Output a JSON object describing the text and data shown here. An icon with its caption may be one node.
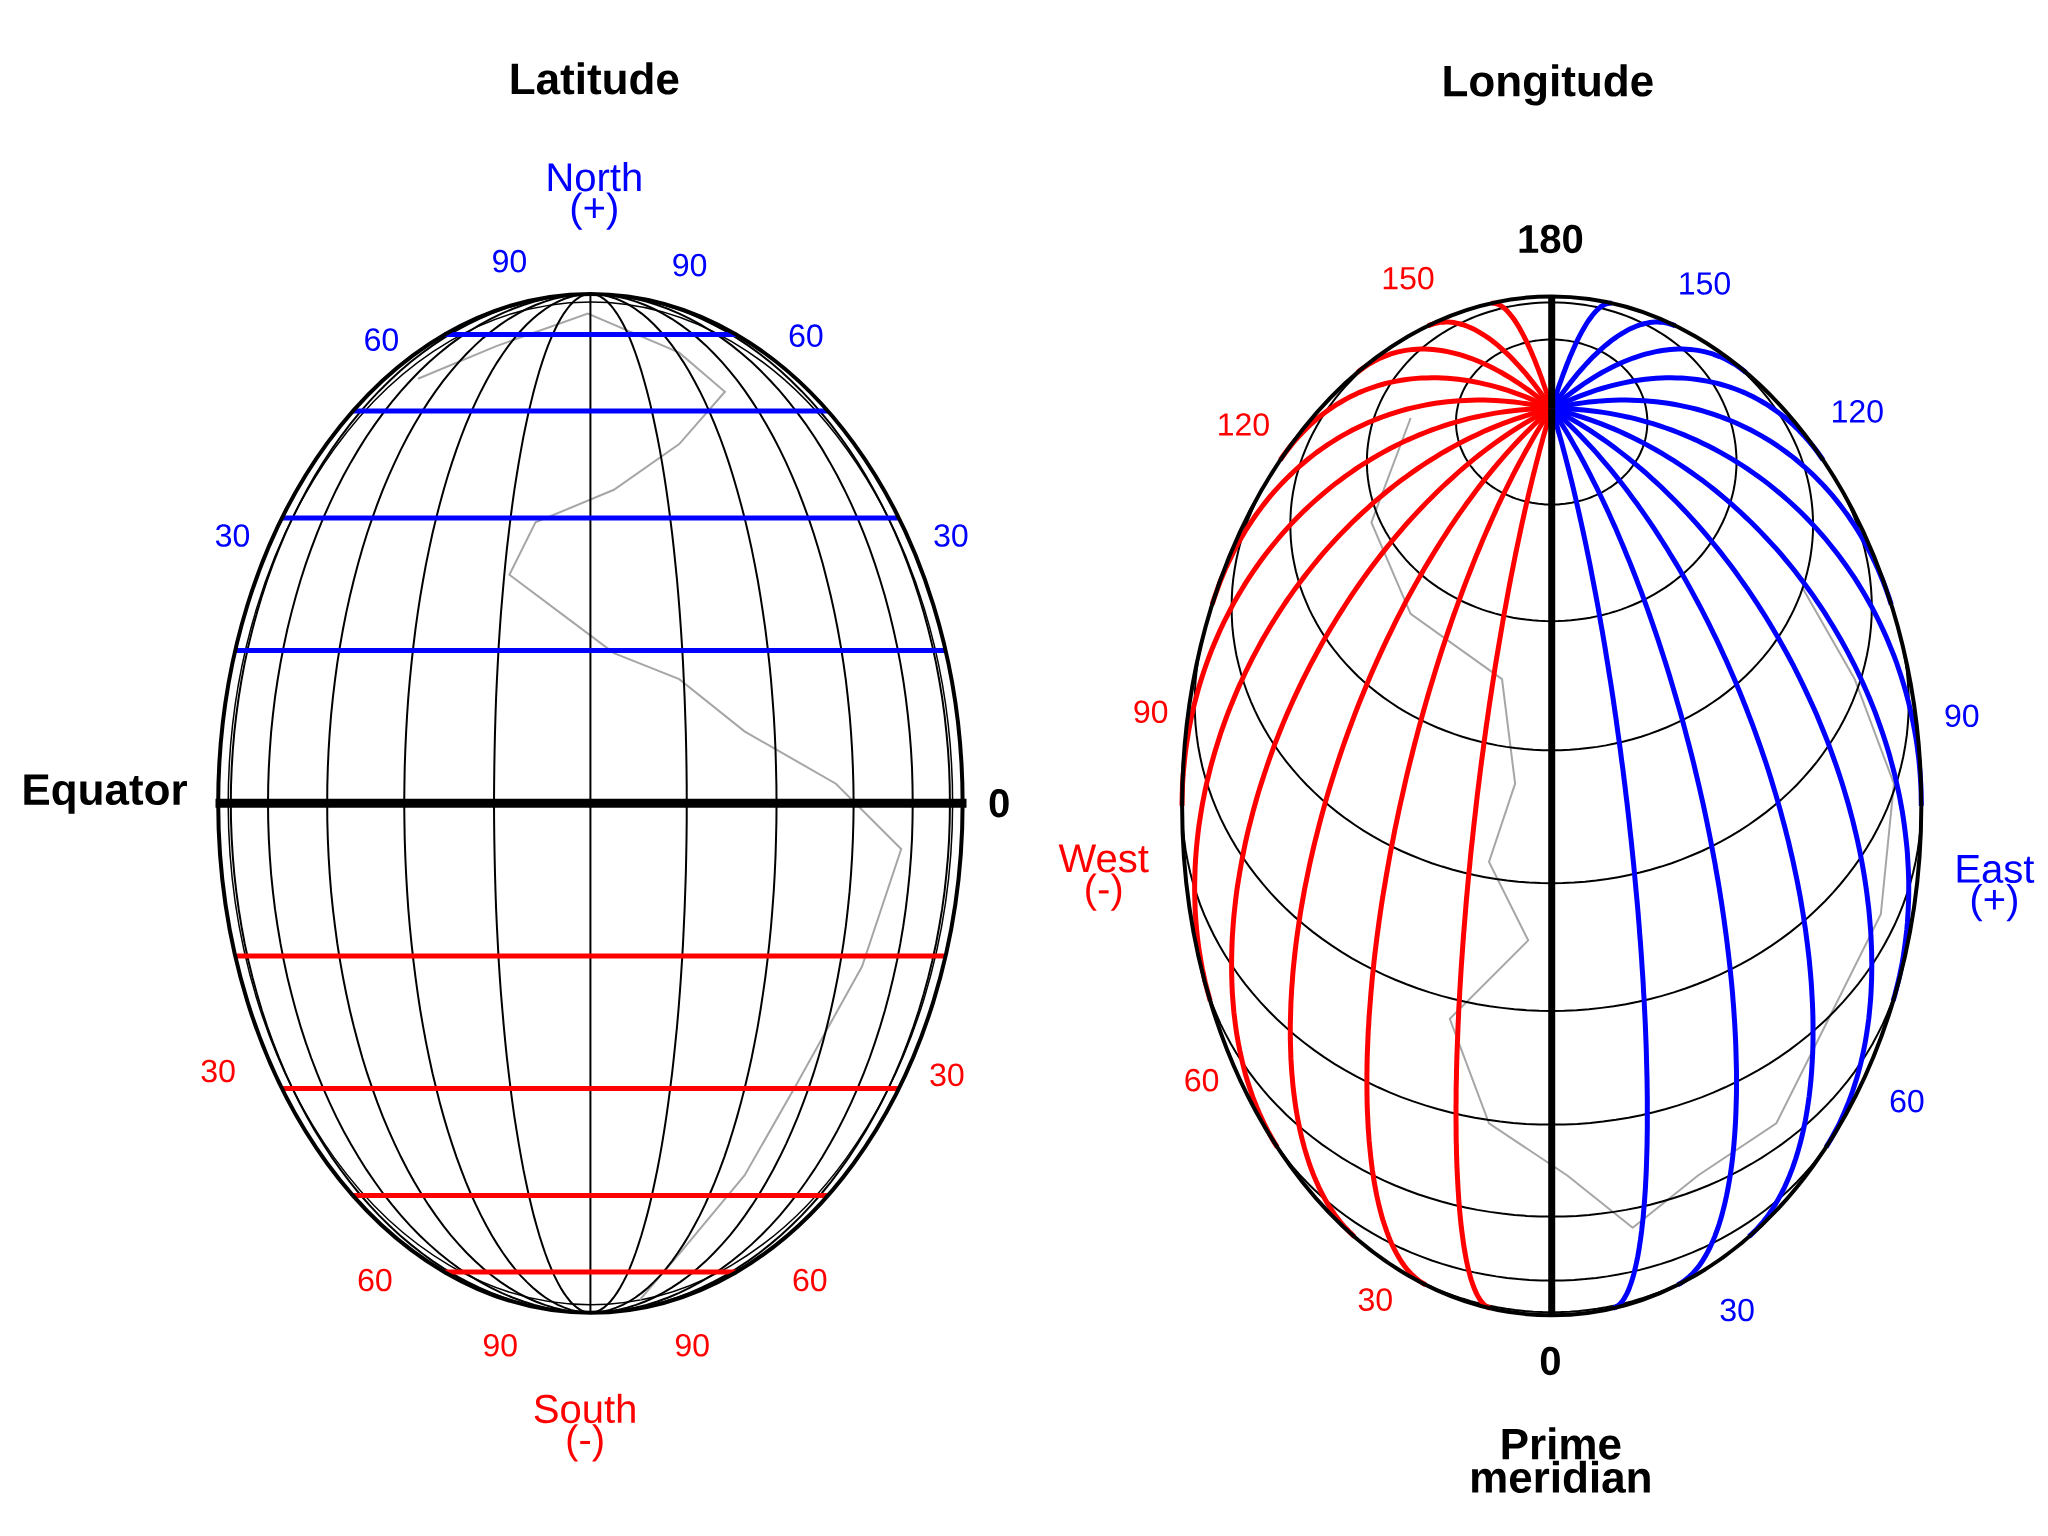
{
  "diagram": {
    "labels": [
      "Latitude",
      "Longitude",
      "North (+)",
      "180",
      "90",
      "90",
      "150",
      "150",
      "60",
      "60",
      "120",
      "120",
      "30",
      "30",
      "90",
      "90",
      "Equator",
      "0",
      "West (-)",
      "East (+)",
      "30",
      "30",
      "60",
      "60",
      "60",
      "60",
      "30",
      "30",
      "90",
      "90",
      "0",
      "South (-)",
      "Prime meridian"
    ]
  }
}
